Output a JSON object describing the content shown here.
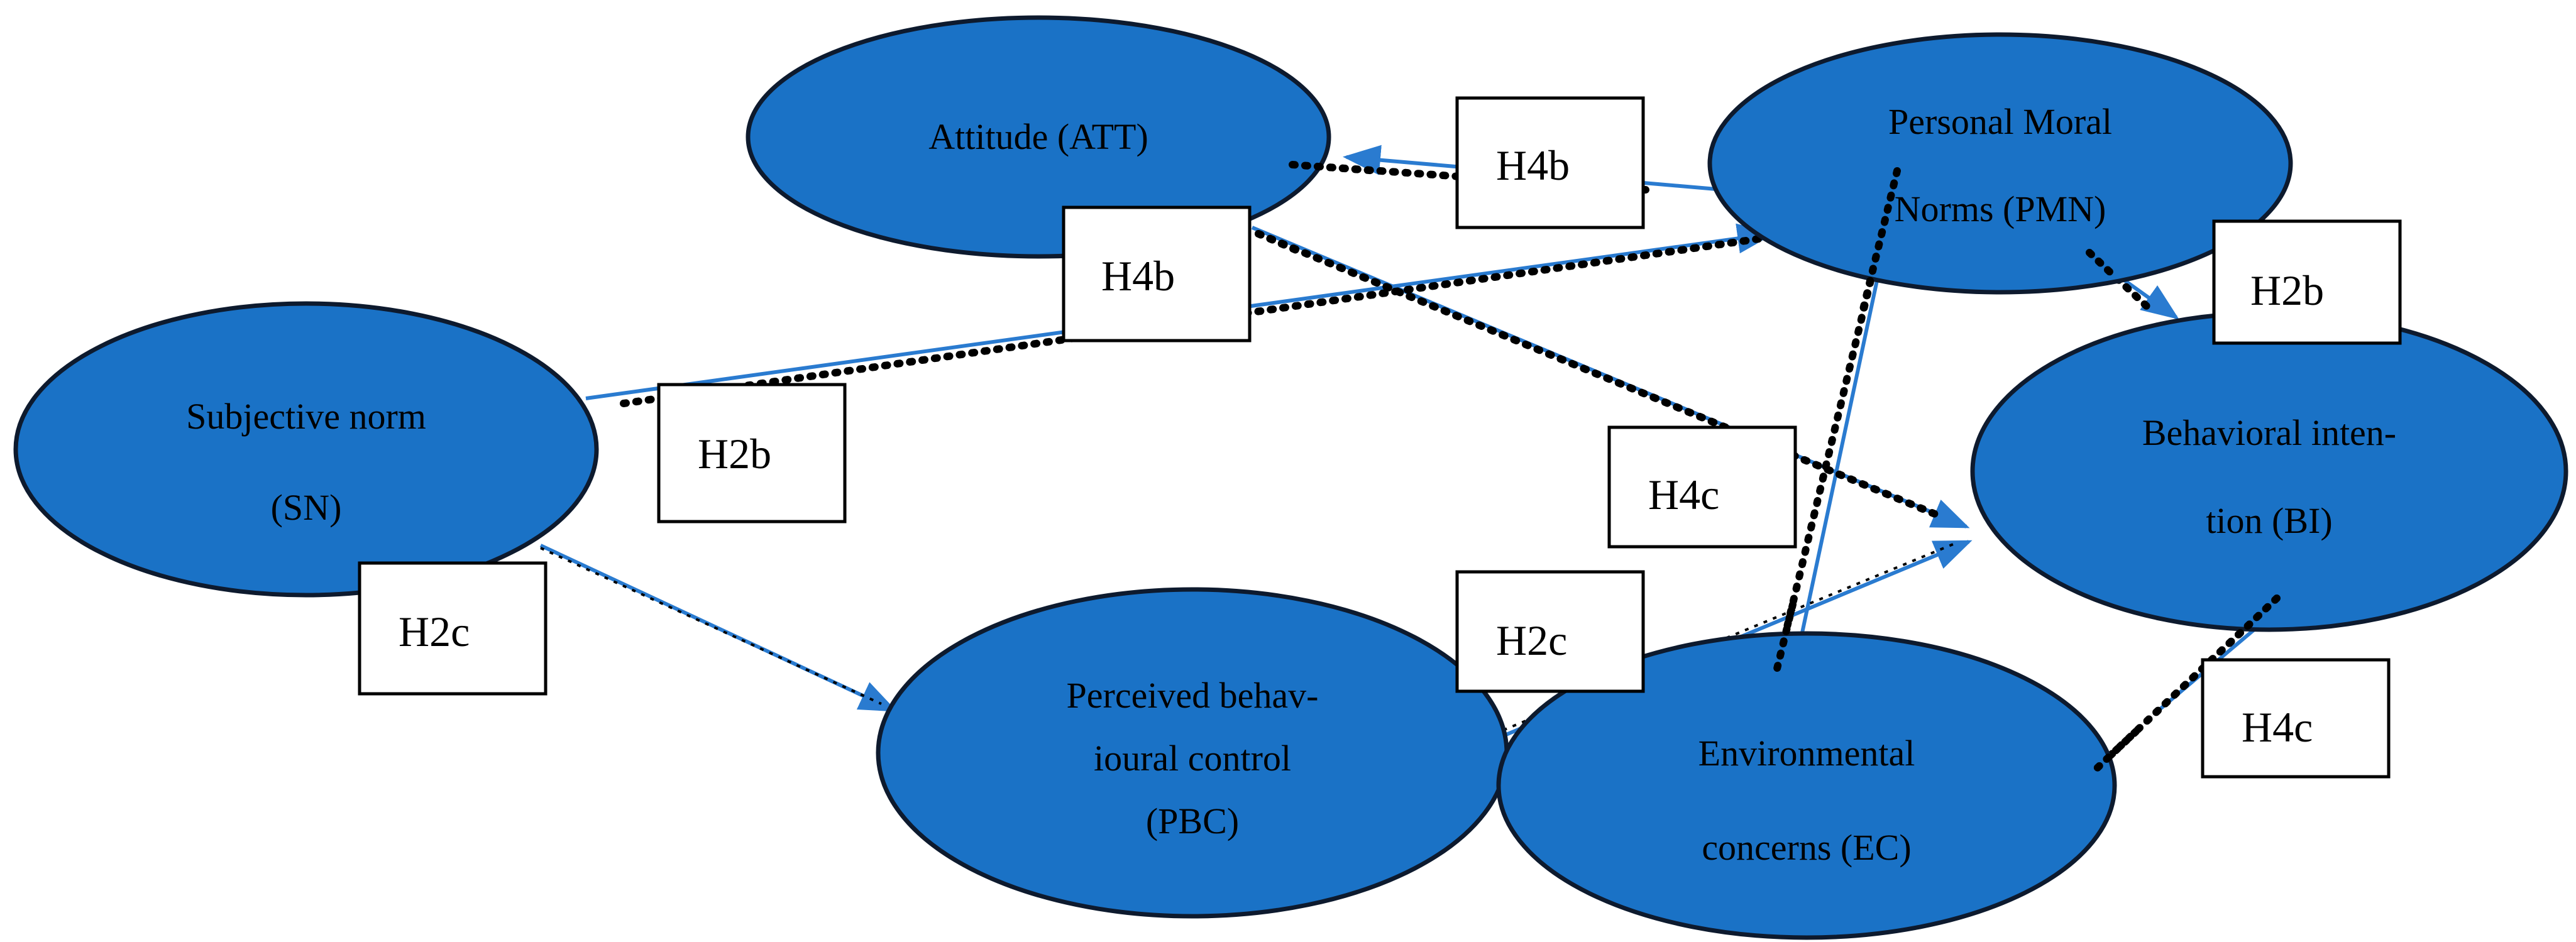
{
  "colors": {
    "node_fill": "#1a72c6",
    "node_stroke": "#0d1a2e",
    "arrow": "#2a7bd0",
    "dotted": "#000000"
  },
  "nodes": {
    "att": {
      "line1": "Attitude (ATT)"
    },
    "pmn": {
      "line1": "Personal Moral",
      "line2": "Norms (PMN)"
    },
    "sn": {
      "line1": "Subjective norm",
      "line2": "(SN)"
    },
    "bi": {
      "line1": "Behavioral inten-",
      "line2": "tion (BI)"
    },
    "pbc": {
      "line1": "Perceived behav-",
      "line2": "ioural control",
      "line3": "(PBC)"
    },
    "ec": {
      "line1": "Environmental",
      "line2": "concerns (EC)"
    }
  },
  "labels": {
    "h4b_top": "H4b",
    "h4b_mid": "H4b",
    "h2b_left": "H2b",
    "h2b_right": "H2b",
    "h4c_mid": "H4c",
    "h4c_right": "H4c",
    "h2c_left": "H2c",
    "h2c_mid": "H2c"
  }
}
